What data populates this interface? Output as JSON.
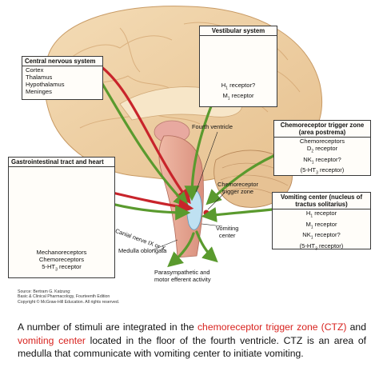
{
  "boxes": {
    "cns": {
      "title": "Central nervous system",
      "lines": [
        "Cortex",
        "Thalamus",
        "Hypothalamus",
        "Meninges"
      ]
    },
    "vestibular": {
      "title": "Vestibular system",
      "receptors": [
        {
          "prefix": "H",
          "sub": "1",
          "suffix": " receptor?"
        },
        {
          "prefix": "M",
          "sub": "1",
          "suffix": " receptor"
        }
      ]
    },
    "ctz": {
      "title_line1": "Chemoreceptor trigger zone",
      "title_line2": "(area postrema)",
      "receptors": [
        {
          "prefix": "Chemoreceptors",
          "sub": "",
          "suffix": ""
        },
        {
          "prefix": "D",
          "sub": "2",
          "suffix": " receptor"
        },
        {
          "prefix": "NK",
          "sub": "1",
          "suffix": " receptor?"
        },
        {
          "prefix": "(5-HT",
          "sub": "3",
          "suffix": " receptor)"
        }
      ]
    },
    "gi": {
      "title": "Gastrointestinal tract and heart",
      "lines": [
        "Mechanoreceptors",
        "Chemoreceptors"
      ],
      "receptor": {
        "prefix": "5-HT",
        "sub": "3",
        "suffix": " receptor"
      }
    },
    "vc": {
      "title_line1": "Vomiting center (nucleus of",
      "title_line2": "tractus solitarius)",
      "receptors": [
        {
          "prefix": "H",
          "sub": "1",
          "suffix": " receptor"
        },
        {
          "prefix": "M",
          "sub": "1",
          "suffix": " receptor"
        },
        {
          "prefix": "NK",
          "sub": "1",
          "suffix": " receptor?"
        },
        {
          "prefix": "(5-HT",
          "sub": "3",
          "suffix": " receptor)"
        }
      ]
    }
  },
  "labels": {
    "fourth_ventricle": "Fourth ventricle",
    "ctz_line1": "Chemoreceptor",
    "ctz_line2": "trigger zone",
    "vomiting_line1": "Vomiting",
    "vomiting_line2": "center",
    "canal_nerve": "Canial nerve IX or X",
    "medulla": "Medulla oblongata",
    "para_line1": "Parasympathetic and",
    "para_line2": "motor efferent activity"
  },
  "source": {
    "line1": "Source: Bertram G. Katzung:",
    "line2": "Basic & Clinical Pharmacology, Fourteenth Edition",
    "line3": "Copyright © McGraw-Hill Education. All rights reserved."
  },
  "caption": {
    "p1": "A number of stimuli are integrated in the ",
    "ctz": "chemoreceptor trigger zone (CTZ)",
    "p2": " and ",
    "vc": "vomiting center",
    "p3": " located in the floor of the fourth ventricle. CTZ is an area of medulla that communicate with vomiting center to initiate vomiting."
  },
  "colors": {
    "red_arrow": "#c8242b",
    "green_arrow": "#5a9a2e",
    "highlight": "#d8231f",
    "brain": "#efd3a8"
  }
}
